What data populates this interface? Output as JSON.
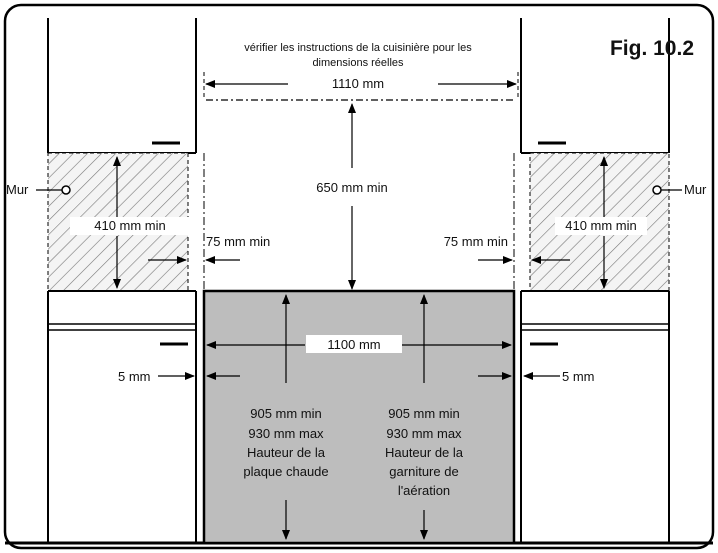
{
  "figure": {
    "label": "Fig. 10.2",
    "note_line1": "vérifier les instructions de la cuisinière pour les",
    "note_line2": "dimensions réelles",
    "width_top": "1110 mm",
    "height_min": "650 mm min",
    "side_height_left": "410 mm min",
    "side_height_right": "410 mm min",
    "side_gap_left": "75 mm min",
    "side_gap_right": "75 mm min",
    "wall_left": "Mur",
    "wall_right": "Mur",
    "width_inner": "1100 mm",
    "clearance_left": "5 mm",
    "clearance_right": "5 mm",
    "hob": {
      "line1": "905 mm min",
      "line2": "930 mm max",
      "line3": "Hauteur de la",
      "line4": "plaque chaude"
    },
    "vent": {
      "line1": "905 mm min",
      "line2": "930 mm max",
      "line3": "Hauteur de la",
      "line4": "garniture de",
      "line5": "l'aération"
    }
  }
}
